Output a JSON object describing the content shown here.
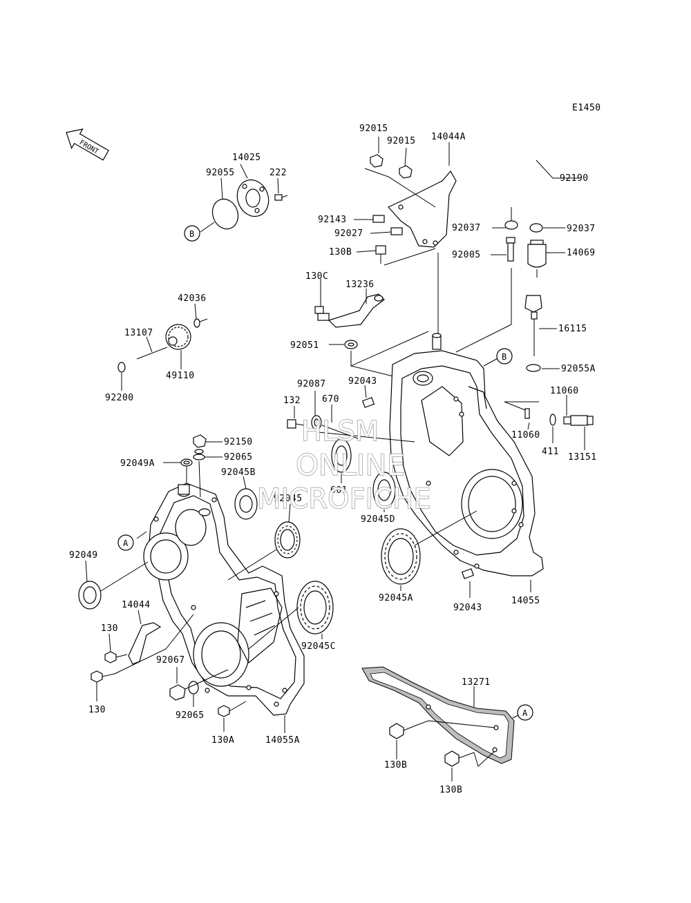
{
  "diagram_code": "E1450",
  "front_arrow": {
    "label": "FRONT",
    "icon": "front-arrow-icon"
  },
  "ref_markers": {
    "a": "A",
    "b": "B"
  },
  "labels": {
    "p92015a": "92015",
    "p92015b": "92015",
    "p14044A": "14044A",
    "p92190": "92190",
    "p14025": "14025",
    "p92055": "92055",
    "p222": "222",
    "p92143": "92143",
    "p92027": "92027",
    "p130B_top": "130B",
    "p92037a": "92037",
    "p92037b": "92037",
    "p92005": "92005",
    "p14069": "14069",
    "p130C": "130C",
    "p13236": "13236",
    "p42036": "42036",
    "p13107": "13107",
    "p49110": "49110",
    "p92200": "92200",
    "p92051": "92051",
    "p16115": "16115",
    "p92055A": "92055A",
    "p92043_top": "92043",
    "p92087": "92087",
    "p670": "670",
    "p132": "132",
    "p11060a": "11060",
    "p11060b": "11060",
    "p411": "411",
    "p13151": "13151",
    "p92150": "92150",
    "p92049A": "92049A",
    "p92065_top": "92065",
    "p92045B": "92045B",
    "p601": "601",
    "p92045": "92045",
    "p92045D": "92045D",
    "p92049": "92049",
    "p92045A": "92045A",
    "p92043_bot": "92043",
    "p14055": "14055",
    "p14044": "14044",
    "p130_a": "130",
    "p130_b": "130",
    "p92045C": "92045C",
    "p92067": "92067",
    "p92065_bot": "92065",
    "p130A": "130A",
    "p14055A": "14055A",
    "p13271": "13271",
    "p130B_a": "130B",
    "p130B_b": "130B"
  },
  "watermark": {
    "line1": "HLSM",
    "line2": "ONLINE",
    "line3": "MICROFICHE"
  }
}
